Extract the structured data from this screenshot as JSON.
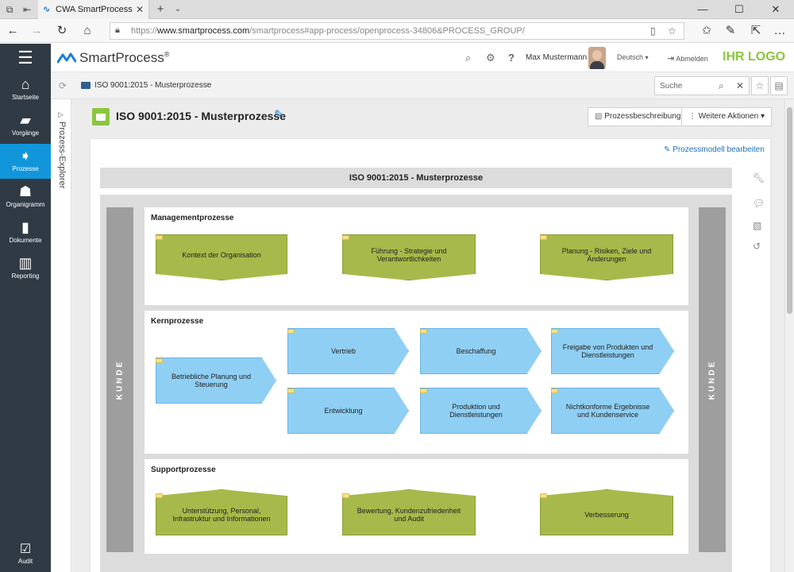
{
  "browser": {
    "tab_title": "CWA SmartProcess",
    "url_prefix": "https://",
    "url_domain": "www.smartprocess.com",
    "url_path": "/smartprocess#app-process/openprocess-34806&PROCESS_GROUP/"
  },
  "sidebar": {
    "items": [
      {
        "label": "Startseite",
        "icon": "home-icon"
      },
      {
        "label": "Vorgänge",
        "icon": "folder-open-icon"
      },
      {
        "label": "Prozesse",
        "icon": "process-arrow-icon",
        "active": true
      },
      {
        "label": "Organigramm",
        "icon": "org-chart-icon"
      },
      {
        "label": "Dokumente",
        "icon": "document-icon"
      },
      {
        "label": "Reporting",
        "icon": "bar-chart-icon"
      }
    ],
    "audit_label": "Audit"
  },
  "header": {
    "brand": "SmartProcess",
    "brand_mark": "®",
    "user_name": "Max Mustermann",
    "language": "Deutsch",
    "logout": "Abmelden",
    "logo_text": "IHR LOGO"
  },
  "breadcrumb": {
    "item": "ISO 9001:2015 - Musterprozesse",
    "search_placeholder": "Suche"
  },
  "explorer": {
    "label": "Prozess-Explorer"
  },
  "page": {
    "title": "ISO 9001:2015 - Musterprozesse",
    "btn_description": "Prozessbeschreibung",
    "btn_more": "Weitere Aktionen",
    "edit_link": "Prozessmodell bearbeiten"
  },
  "diagram": {
    "title": "ISO 9001:2015 - Musterprozesse",
    "kunde": "KUNDE",
    "lanes": {
      "management": {
        "title": "Managementprozesse",
        "items": [
          "Kontext der Organisation",
          "Führung - Strategie und Verantwortlichkeiten",
          "Planung - Risiken, Ziele und Änderungen"
        ]
      },
      "core": {
        "title": "Kernprozesse",
        "items": [
          "Betriebliche Planung und Steuerung",
          "Vertrieb",
          "Beschaffung",
          "Freigabe von Produkten und Dienstleistungen",
          "Entwicklung",
          "Produktion und Dienstleistungen",
          "Nichtkonforme Ergebnisse und Kundenservice"
        ]
      },
      "support": {
        "title": "Supportprozesse",
        "items": [
          "Unterstützung, Personal, Infrastruktur und Informationen",
          "Bewertung, Kundenzufriedenheit und Audit",
          "Verbesserung"
        ]
      }
    }
  },
  "colors": {
    "sidebar": "#2f3a45",
    "active": "#1296db",
    "green_shape": "#a7b94a",
    "blue_shape": "#8fcff4",
    "logo_green": "#8cc63f"
  }
}
